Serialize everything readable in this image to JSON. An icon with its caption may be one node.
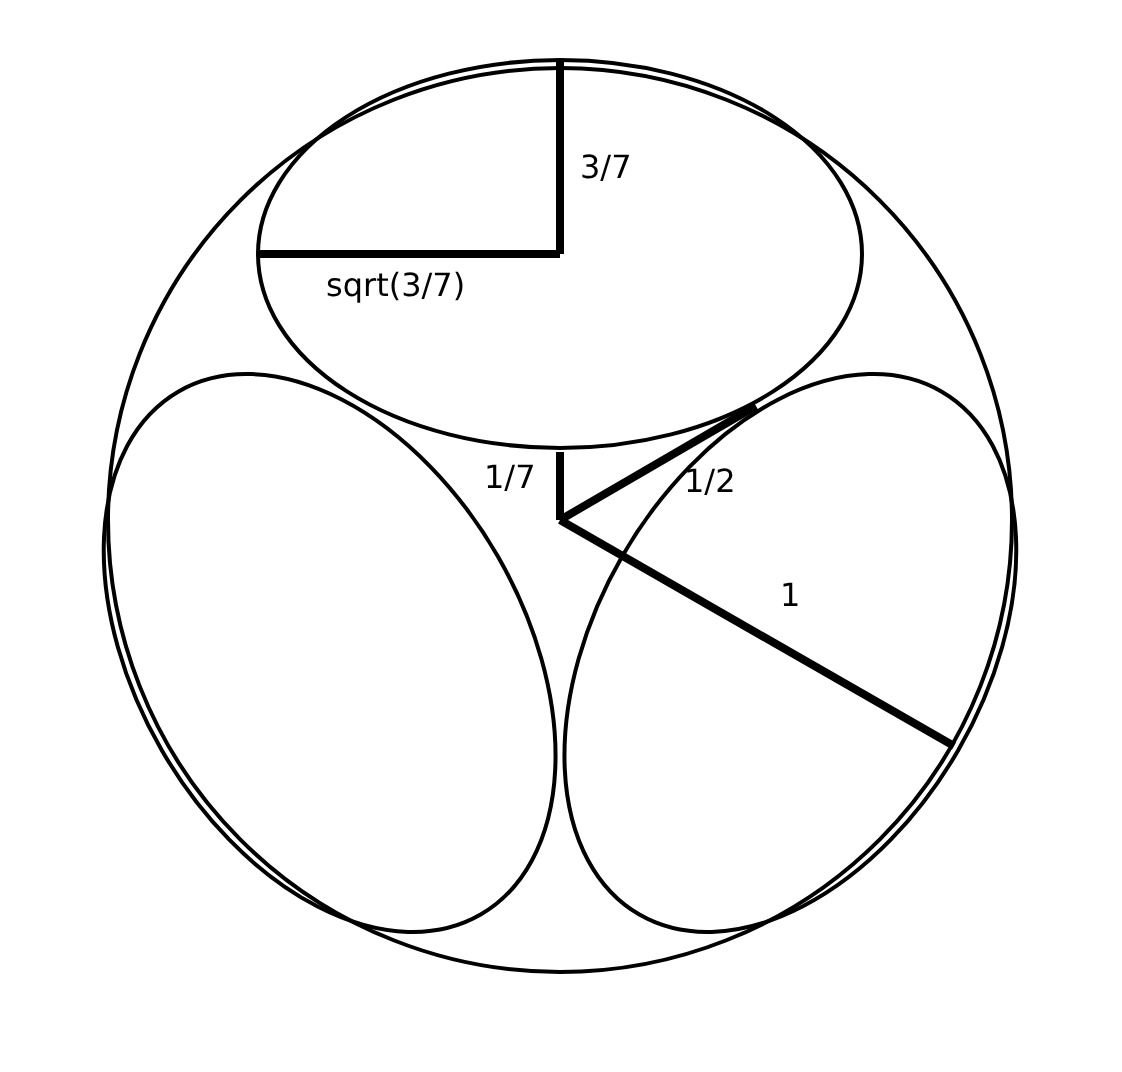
{
  "diagram": {
    "labels": [
      "3/7",
      "sqrt(3/7)",
      "1/7",
      "1/2",
      "1"
    ]
  }
}
